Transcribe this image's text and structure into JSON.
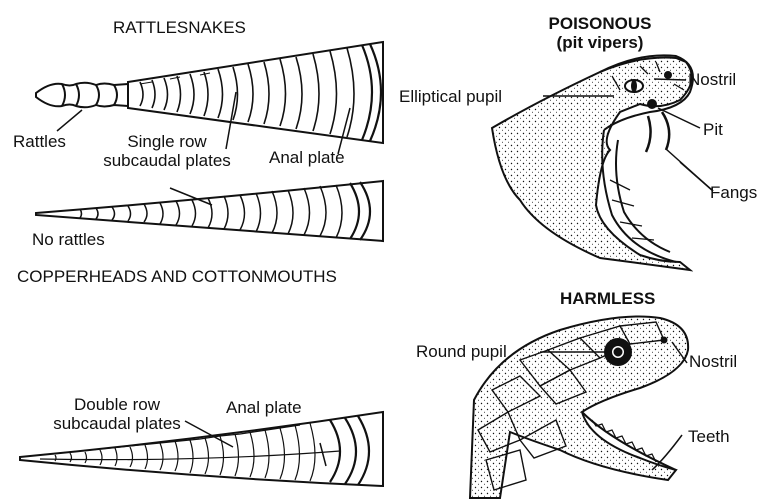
{
  "rattlesnakes": {
    "heading": "RATTLESNAKES",
    "rattles": "Rattles",
    "single_row_line1": "Single row",
    "single_row_line2": "subcaudal plates",
    "anal_plate": "Anal plate"
  },
  "no_rattles": "No rattles",
  "copperheads": {
    "heading": "COPPERHEADS AND COTTONMOUTHS",
    "double_row_line1": "Double row",
    "double_row_line2": "subcaudal plates",
    "anal_plate": "Anal plate"
  },
  "poisonous": {
    "title_line1": "POISONOUS",
    "title_line2": "(pit vipers)",
    "elliptical_pupil": "Elliptical pupil",
    "nostril": "Nostril",
    "pit": "Pit",
    "fangs": "Fangs"
  },
  "harmless": {
    "title": "HARMLESS",
    "round_pupil": "Round pupil",
    "nostril": "Nostril",
    "teeth": "Teeth"
  }
}
